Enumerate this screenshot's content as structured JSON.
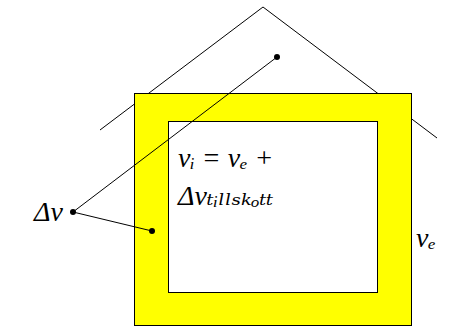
{
  "diagram": {
    "nodes": [
      {
        "text": [
          "vᵢ = vₑ + Δvₜᵢₗₗₛₖₒₜₜ"
        ]
      }
    ],
    "labels": [
      "vₑ",
      "Δv"
    ]
  }
}
